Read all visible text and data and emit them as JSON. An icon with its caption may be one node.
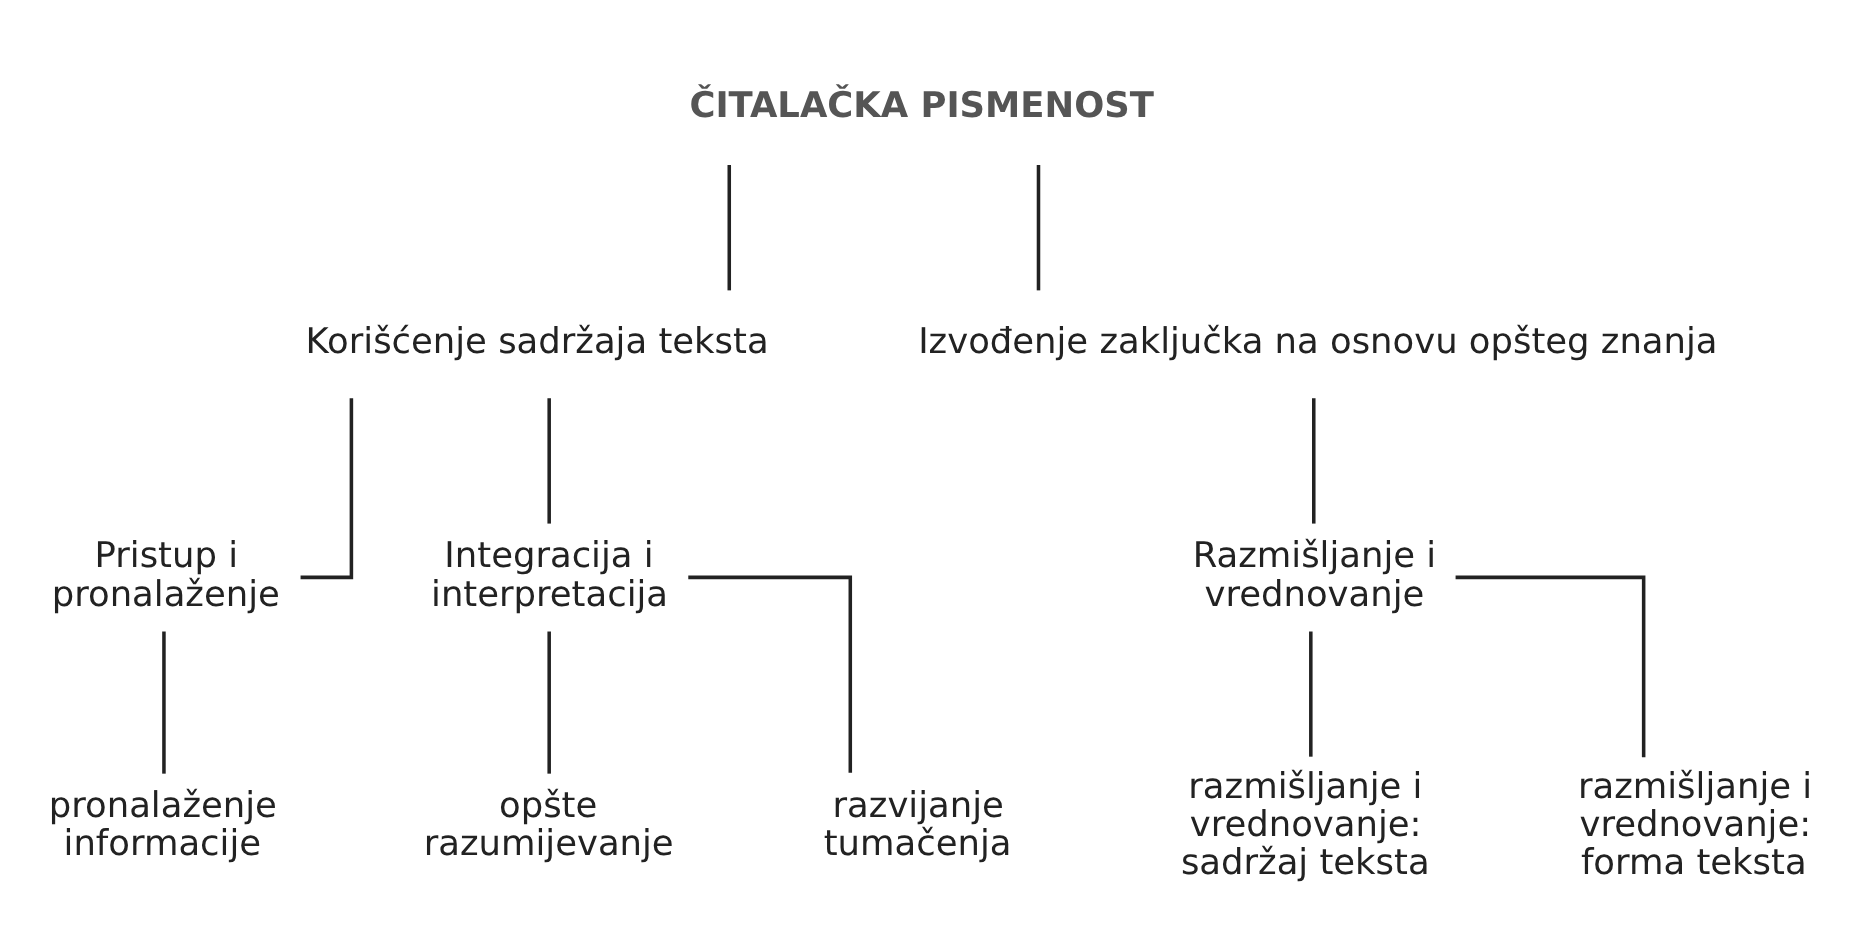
{
  "diagram": {
    "nodes": [
      {
        "text": [
          "ČITALAČKA PISMENOST"
        ]
      },
      {
        "text": [
          "Korišćenje sadržaja teksta"
        ]
      },
      {
        "text": [
          "Izvođenje zaključka na osnovu opšteg znanja"
        ]
      },
      {
        "text": [
          "Pristup i pronalaženje"
        ]
      },
      {
        "text": [
          "Integracija i interpretacija"
        ]
      },
      {
        "text": [
          "Razmišljanje i vrednovanje"
        ]
      },
      {
        "text": [
          "pronalaženje informacije"
        ]
      },
      {
        "text": [
          "opšte razumijevanje"
        ]
      },
      {
        "text": [
          "razvijanje tumačenja"
        ]
      },
      {
        "text": [
          "razmišljanje i vrednovanje: sadržaj teksta"
        ]
      },
      {
        "text": [
          "razmišljanje i vrednovanje: forma teksta"
        ]
      }
    ],
    "edges": [
      {
        "from": 0,
        "to": 1,
        "arrow": "none"
      },
      {
        "from": 0,
        "to": 2,
        "arrow": "none"
      },
      {
        "from": 1,
        "to": 3,
        "arrow": "none"
      },
      {
        "from": 1,
        "to": 4,
        "arrow": "none"
      },
      {
        "from": 2,
        "to": 5,
        "arrow": "none"
      },
      {
        "from": 3,
        "to": 6,
        "arrow": "none"
      },
      {
        "from": 4,
        "to": 7,
        "arrow": "none"
      },
      {
        "from": 4,
        "to": 8,
        "arrow": "none"
      },
      {
        "from": 5,
        "to": 9,
        "arrow": "none"
      },
      {
        "from": 5,
        "to": 10,
        "arrow": "none"
      }
    ]
  }
}
